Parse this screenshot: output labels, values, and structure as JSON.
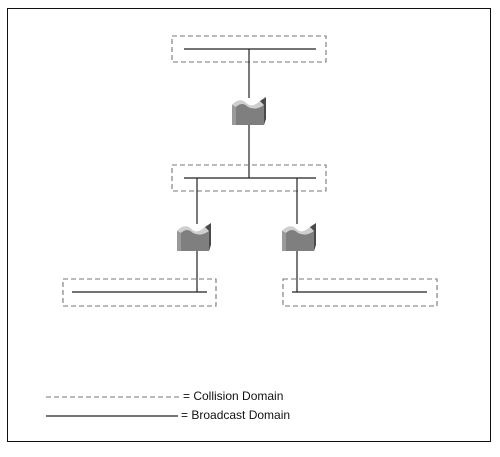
{
  "legend": {
    "collision_label": "= Collision Domain",
    "broadcast_label": "= Broadcast Domain"
  },
  "colors": {
    "frame": "#111111",
    "dashed_box": "#777777",
    "wire": "#222222",
    "device_top": "#c8c8c8",
    "device_front": "#7f7f7f",
    "device_side": "#4a4a4a"
  },
  "diagram": {
    "collision_domains": [
      "top-segment",
      "middle-segment",
      "bottom-left-segment",
      "bottom-right-segment"
    ],
    "devices": [
      "bridge-top",
      "bridge-left",
      "bridge-right"
    ]
  }
}
